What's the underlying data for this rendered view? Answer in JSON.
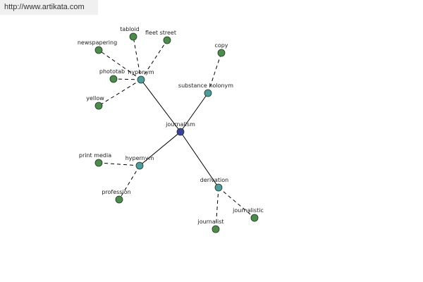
{
  "watermark": {
    "url": "http://www.artikata.com"
  },
  "colors": {
    "center": "#3a3f9a",
    "relation": "#4f9a9a",
    "leaf": "#4d8a4d",
    "outline": "#1f3a1f",
    "edge": "#000000"
  },
  "graph": {
    "nodes": [
      {
        "id": "journalism",
        "label": "journalism",
        "kind": "center"
      },
      {
        "id": "hyponym",
        "label": "hyponym",
        "kind": "relation"
      },
      {
        "id": "substance_holonym",
        "label": "substance holonym",
        "kind": "relation"
      },
      {
        "id": "hypernym",
        "label": "hypernym",
        "kind": "relation"
      },
      {
        "id": "derivation",
        "label": "derivation",
        "kind": "relation"
      },
      {
        "id": "tabloid",
        "label": "tabloid",
        "kind": "leaf"
      },
      {
        "id": "fleet_street",
        "label": "fleet street",
        "kind": "leaf"
      },
      {
        "id": "newspapering",
        "label": "newspapering",
        "kind": "leaf"
      },
      {
        "id": "phototab",
        "label": "phototab",
        "kind": "leaf"
      },
      {
        "id": "yellow",
        "label": "yellow",
        "kind": "leaf"
      },
      {
        "id": "copy",
        "label": "copy",
        "kind": "leaf"
      },
      {
        "id": "print_media",
        "label": "print media",
        "kind": "leaf"
      },
      {
        "id": "profession",
        "label": "profession",
        "kind": "leaf"
      },
      {
        "id": "journalist",
        "label": "journalist",
        "kind": "leaf"
      },
      {
        "id": "journalistic",
        "label": "journalistic",
        "kind": "leaf"
      }
    ],
    "edges": [
      {
        "from": "journalism",
        "to": "hyponym",
        "style": "solid"
      },
      {
        "from": "journalism",
        "to": "substance_holonym",
        "style": "solid"
      },
      {
        "from": "journalism",
        "to": "hypernym",
        "style": "solid"
      },
      {
        "from": "journalism",
        "to": "derivation",
        "style": "solid"
      },
      {
        "from": "hyponym",
        "to": "tabloid",
        "style": "dashed"
      },
      {
        "from": "hyponym",
        "to": "fleet_street",
        "style": "dashed"
      },
      {
        "from": "hyponym",
        "to": "newspapering",
        "style": "dashed"
      },
      {
        "from": "hyponym",
        "to": "phototab",
        "style": "dashed"
      },
      {
        "from": "hyponym",
        "to": "yellow",
        "style": "dashed"
      },
      {
        "from": "substance_holonym",
        "to": "copy",
        "style": "dashed"
      },
      {
        "from": "hypernym",
        "to": "print_media",
        "style": "dashed"
      },
      {
        "from": "hypernym",
        "to": "profession",
        "style": "dashed"
      },
      {
        "from": "derivation",
        "to": "journalist",
        "style": "dashed"
      },
      {
        "from": "derivation",
        "to": "journalistic",
        "style": "dashed"
      }
    ]
  }
}
